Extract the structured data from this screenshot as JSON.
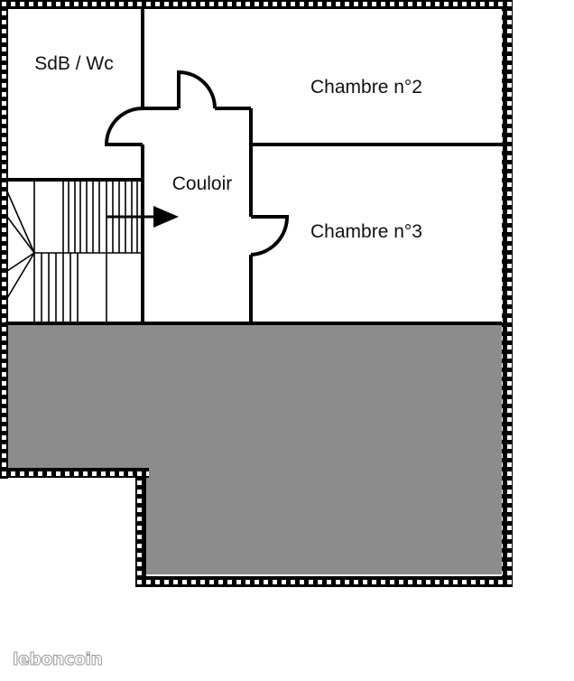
{
  "plan": {
    "rooms": [
      {
        "id": "sdb",
        "label": "SdB / Wc"
      },
      {
        "id": "chambre2",
        "label": "Chambre n°2"
      },
      {
        "id": "couloir",
        "label": "Couloir"
      },
      {
        "id": "chambre3",
        "label": "Chambre n°3"
      }
    ],
    "colors": {
      "wall": "#000000",
      "exterior_area": "#8c8c8c",
      "background": "#ffffff"
    }
  },
  "watermark": {
    "text": "leboncoin"
  }
}
